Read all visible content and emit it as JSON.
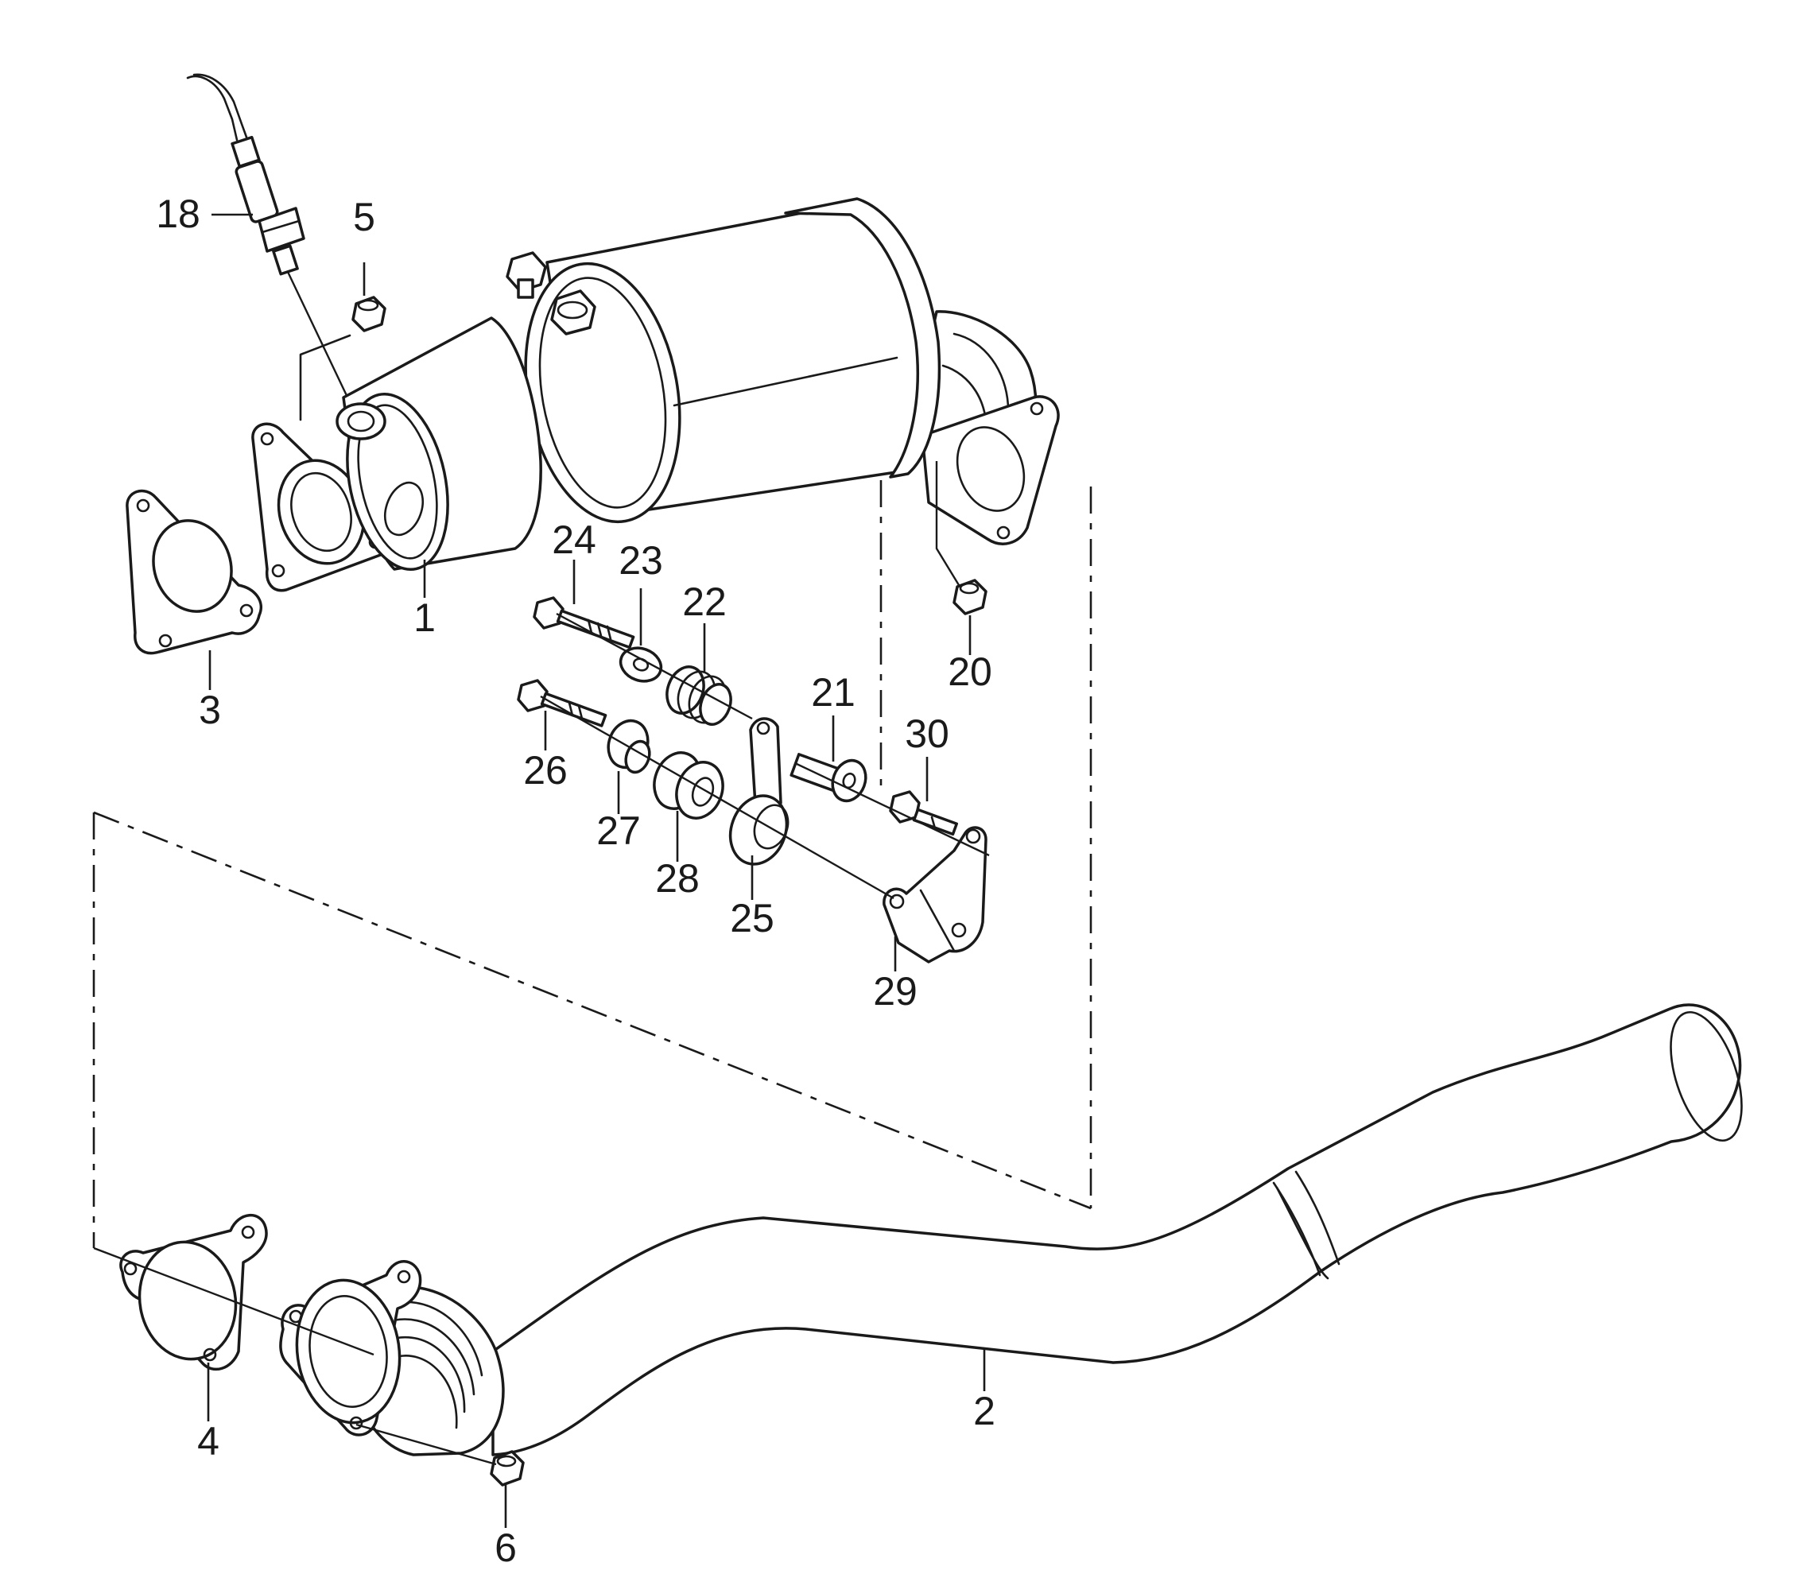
{
  "callouts": {
    "c1": "1",
    "c2": "2",
    "c3": "3",
    "c4": "4",
    "c5": "5",
    "c6": "6",
    "c18": "18",
    "c20": "20",
    "c21": "21",
    "c22": "22",
    "c23": "23",
    "c24": "24",
    "c25": "25",
    "c26": "26",
    "c27": "27",
    "c28": "28",
    "c29": "29",
    "c30": "30"
  }
}
